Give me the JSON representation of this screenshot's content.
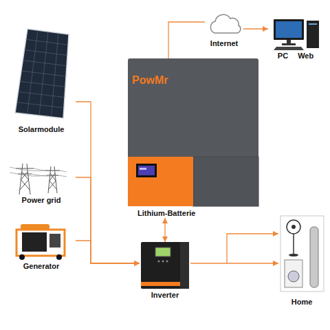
{
  "diagram": {
    "nodes": [
      {
        "text": [
          "Solarmodule"
        ]
      },
      {
        "text": [
          "Power grid"
        ]
      },
      {
        "text": [
          "Generator"
        ]
      },
      {
        "text": [
          "Internet"
        ]
      },
      {
        "text": [
          "PC",
          "Web"
        ]
      },
      {
        "text": [
          "PowMr",
          "Lithium-Batterie"
        ]
      },
      {
        "text": [
          "Inverter"
        ]
      },
      {
        "text": [
          "Home"
        ]
      }
    ],
    "edges": [
      {
        "from": 0,
        "to": 6,
        "arrow": "to"
      },
      {
        "from": 1,
        "to": 6,
        "arrow": "to"
      },
      {
        "from": 2,
        "to": 6,
        "arrow": "to"
      },
      {
        "from": 5,
        "to": 6,
        "arrow": "both"
      },
      {
        "from": 6,
        "to": 7,
        "arrow": "to"
      },
      {
        "from": 5,
        "to": 3,
        "arrow": "none"
      },
      {
        "from": 3,
        "to": 4,
        "arrow": "to"
      }
    ]
  }
}
